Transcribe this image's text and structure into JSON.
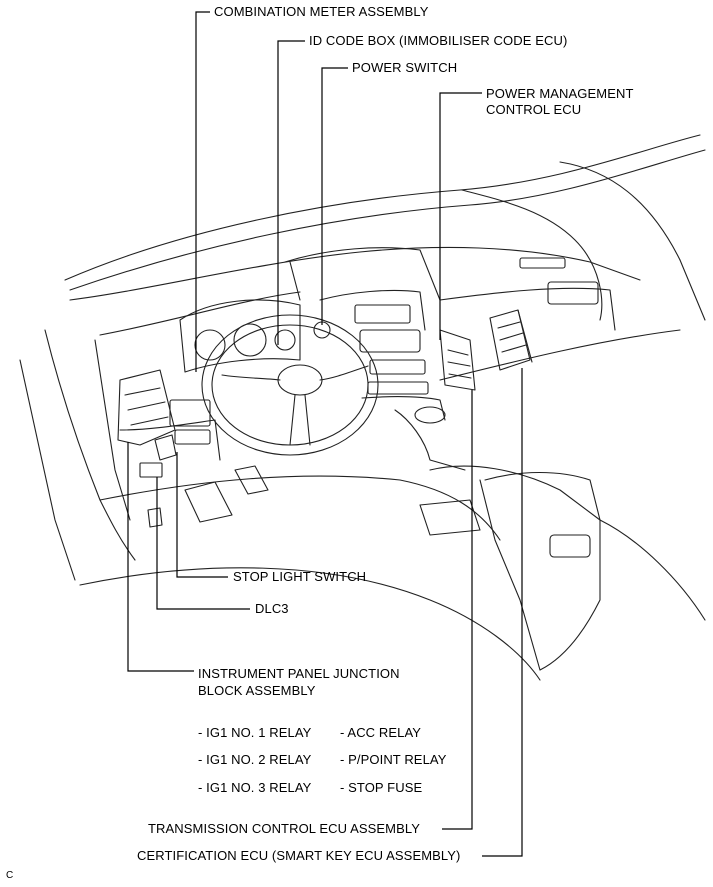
{
  "labels": {
    "combination_meter": "COMBINATION METER ASSEMBLY",
    "id_code_box": "ID CODE BOX (IMMOBILISER CODE ECU)",
    "power_switch": "POWER SWITCH",
    "power_management_line1": "POWER MANAGEMENT",
    "power_management_line2": "CONTROL ECU",
    "stop_light_switch": "STOP LIGHT SWITCH",
    "dlc3": "DLC3",
    "junction_block_line1": "INSTRUMENT PANEL JUNCTION",
    "junction_block_line2": "BLOCK ASSEMBLY",
    "transmission_ecu": "TRANSMISSION CONTROL ECU ASSEMBLY",
    "certification_ecu": "CERTIFICATION ECU (SMART KEY ECU ASSEMBLY)",
    "corner_code": "C"
  },
  "relays": [
    "- IG1 NO. 1 RELAY",
    "- IG1 NO. 2 RELAY",
    "- IG1 NO. 3 RELAY",
    "- ACC RELAY",
    "- P/POINT RELAY",
    "- STOP FUSE"
  ]
}
